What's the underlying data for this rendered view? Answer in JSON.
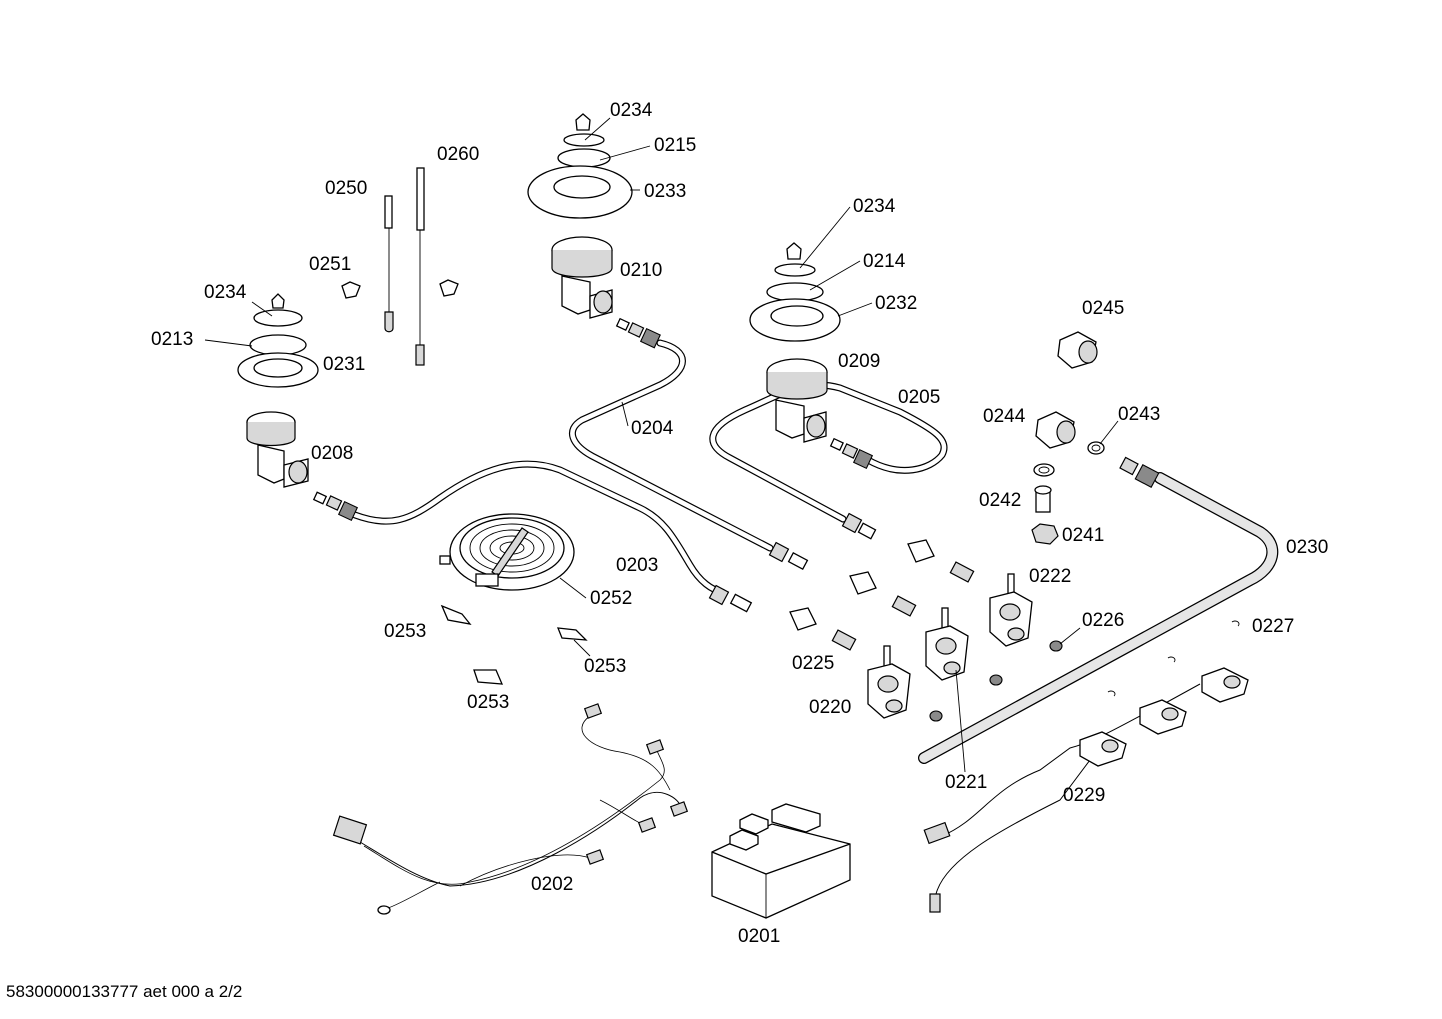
{
  "labels": {
    "p0234a": "0234",
    "p0215": "0215",
    "p0233": "0233",
    "p0260": "0260",
    "p0250": "0250",
    "p0251": "0251",
    "p0210": "0210",
    "p0234b": "0234",
    "p0214": "0214",
    "p0232": "0232",
    "p0245": "0245",
    "p0234c": "0234",
    "p0213": "0213",
    "p0231": "0231",
    "p0209": "0209",
    "p0205": "0205",
    "p0244": "0244",
    "p0243": "0243",
    "p0204": "0204",
    "p0208": "0208",
    "p0242": "0242",
    "p0241": "0241",
    "p0230": "0230",
    "p0203": "0203",
    "p0222": "0222",
    "p0252": "0252",
    "p0253a": "0253",
    "p0226": "0226",
    "p0227": "0227",
    "p0253b": "0253",
    "p0225": "0225",
    "p0253c": "0253",
    "p0220": "0220",
    "p0221": "0221",
    "p0229": "0229",
    "p0202": "0202",
    "p0201": "0201"
  },
  "footer": "58300000133777 aet 000 a 2/2"
}
